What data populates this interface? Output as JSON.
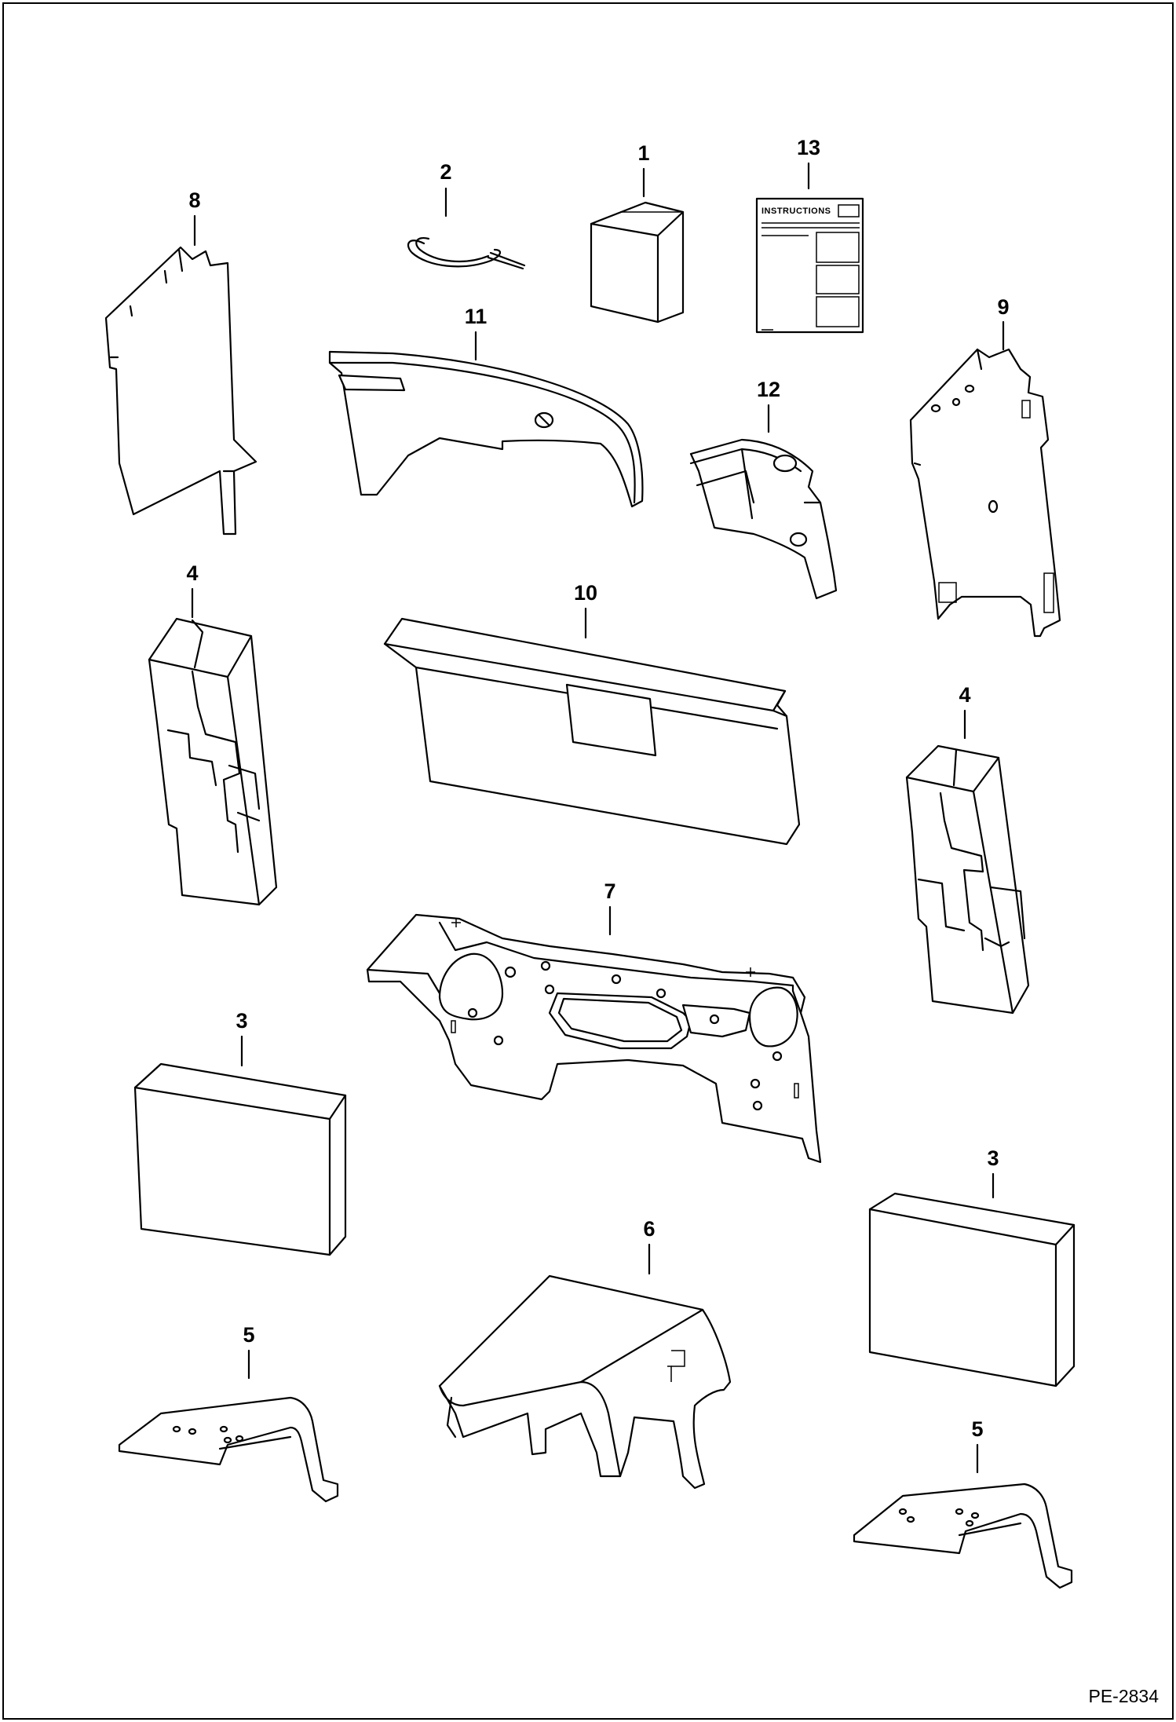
{
  "figure_code": "PE-2834",
  "instruction_sheet_title": "INSTRUCTIONS",
  "callouts": {
    "item_1": "1",
    "item_2": "2",
    "item_3_left": "3",
    "item_3_right": "3",
    "item_4_left": "4",
    "item_4_right": "4",
    "item_5_left": "5",
    "item_5_right": "5",
    "item_6": "6",
    "item_7": "7",
    "item_8": "8",
    "item_9": "9",
    "item_10": "10",
    "item_11": "11",
    "item_12": "12",
    "item_13": "13"
  }
}
